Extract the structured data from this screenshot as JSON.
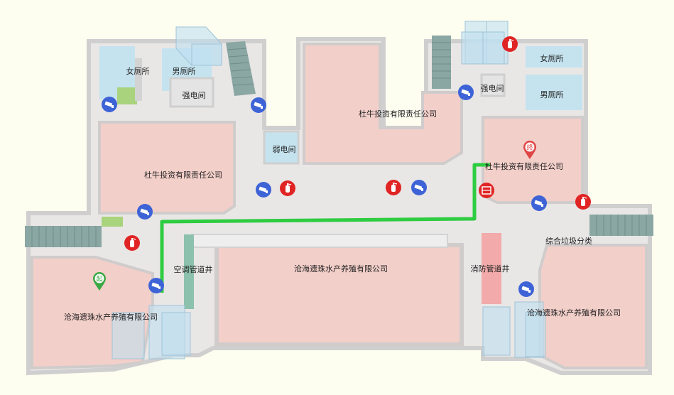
{
  "map": {
    "background": "#fdfdf0",
    "colors": {
      "floor": "#e9e6e6",
      "wall": "#cfcfcf",
      "room_pink": "#f3cfc9",
      "room_blue": "#c5e3ef",
      "route": "#2ecc40",
      "fire_shaft": "#f2aaaa",
      "ac_shaft": "#8cc1ad",
      "camera": "#3d63d6",
      "extinguisher": "#e02424",
      "stairs": "#8aa7a3",
      "grass": "#a9d37c"
    },
    "rooms": [
      {
        "id": "room-dufu-left",
        "label": "杜牛投资有限责任公司"
      },
      {
        "id": "room-dufu-center",
        "label": "杜牛投资有限责任公司"
      },
      {
        "id": "room-dufu-right",
        "label": "杜牛投资有限责任公司"
      },
      {
        "id": "room-canghai-center",
        "label": "沧海遗珠水产养殖有限公司"
      },
      {
        "id": "room-canghai-left",
        "label": "沧海遗珠水产养殖有限公司"
      },
      {
        "id": "room-canghai-right",
        "label": "沧海遗珠水产养殖有限公司"
      }
    ],
    "labels": {
      "womens_restroom_left": "女厕所",
      "mens_restroom_left": "男厕所",
      "power_room_left": "强电间",
      "power_room_right": "强电间",
      "weak_power_room": "弱电间",
      "womens_restroom_right": "女厕所",
      "mens_restroom_right": "男厕所",
      "ac_shaft": "空调管道井",
      "fire_shaft": "消防管道井",
      "waste_sorting": "综合垃圾分类"
    },
    "markers": {
      "start": "起",
      "end": "终"
    },
    "icons": {
      "camera": "security-camera-icon",
      "extinguisher": "fire-extinguisher-icon",
      "hydrant": "fire-hydrant-box-icon",
      "start": "start-pin-icon",
      "end": "end-pin-icon"
    }
  }
}
